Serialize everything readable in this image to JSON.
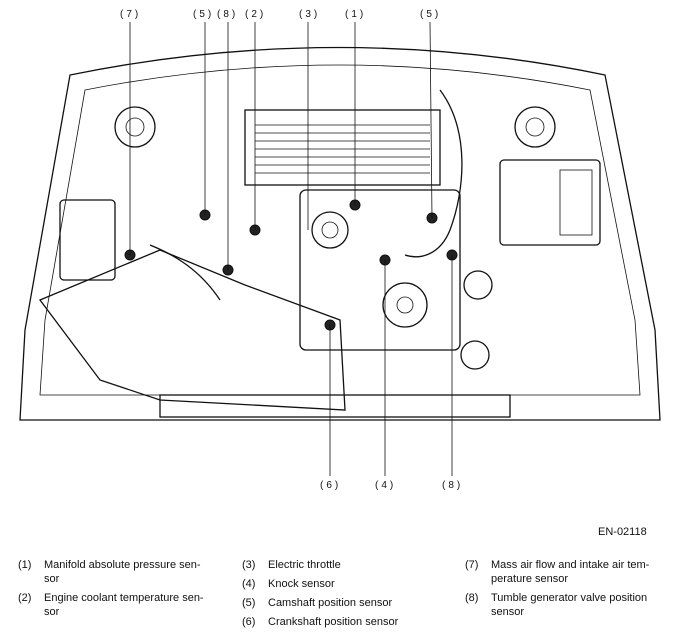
{
  "callouts": {
    "top": [
      "(7)",
      "(5)",
      "(8)",
      "(2)",
      "(3)",
      "(1)",
      "(5)"
    ],
    "bottom": [
      "(6)",
      "(4)",
      "(8)"
    ]
  },
  "figure_id": "EN-02118",
  "legend": [
    {
      "num": "(1)",
      "text": "Manifold absolute pressure sen-sor"
    },
    {
      "num": "(2)",
      "text": "Engine coolant temperature sen-sor"
    },
    {
      "num": "(3)",
      "text": "Electric throttle"
    },
    {
      "num": "(4)",
      "text": "Knock sensor"
    },
    {
      "num": "(5)",
      "text": "Camshaft position sensor"
    },
    {
      "num": "(6)",
      "text": "Crankshaft position sensor"
    },
    {
      "num": "(7)",
      "text": "Mass air flow and intake air tem-perature sensor"
    },
    {
      "num": "(8)",
      "text": "Tumble generator valve position sensor"
    }
  ]
}
